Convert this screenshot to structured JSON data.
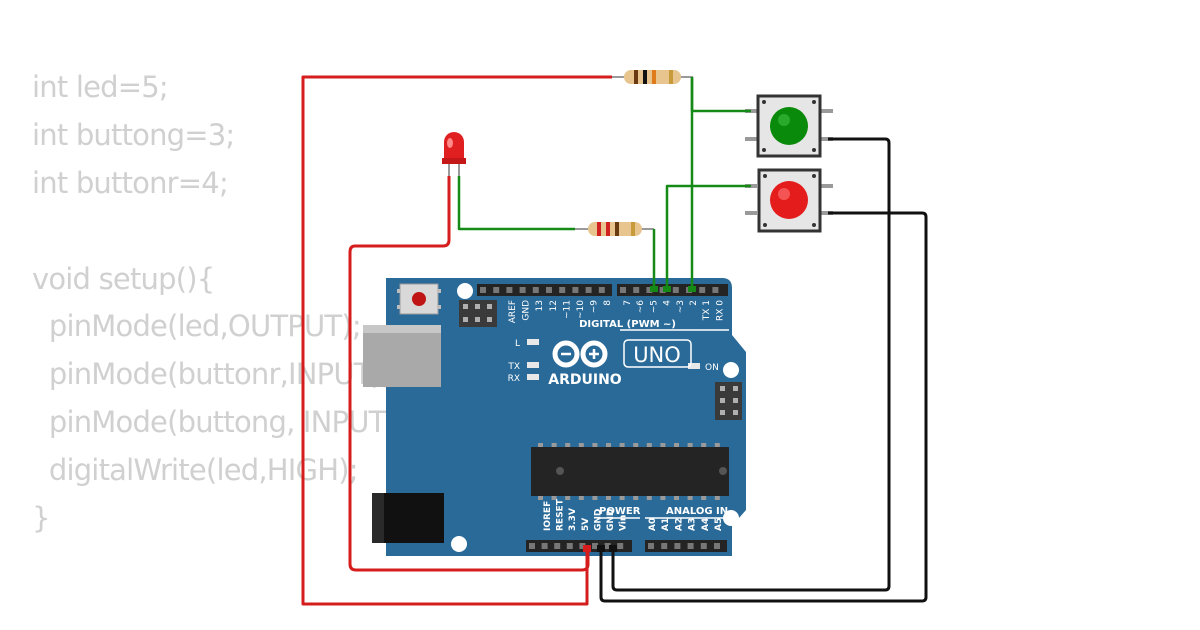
{
  "code_lines": [
    "int led=5;",
    "int buttong=3;",
    "int buttonr=4;",
    "",
    "void setup(){",
    "  pinMode(led,OUTPUT);",
    "  pinMode(buttonr,INPUT);",
    "  pinMode(buttong, INPUT);",
    "  digitalWrite(led,HIGH);",
    "}"
  ],
  "board": {
    "brand": "ARDUINO",
    "model": "UNO",
    "digital_header_label": "DIGITAL (PWM ~)",
    "power_label": "POWER",
    "analog_label": "ANALOG IN",
    "led_labels": {
      "l": "L",
      "tx": "TX",
      "rx": "RX",
      "on": "ON"
    },
    "top_left_pins": [
      "AREF",
      "GND",
      "13",
      "12",
      "~11",
      "~10",
      "~9",
      "8"
    ],
    "top_right_pins": [
      "7",
      "~6",
      "~5",
      "4",
      "~3",
      "2",
      "TX 1",
      "RX 0"
    ],
    "power_pins": [
      "IOREF",
      "RESET",
      "3.3V",
      "5V",
      "GND",
      "GND",
      "Vin"
    ],
    "analog_pins": [
      "A0",
      "A1",
      "A2",
      "A3",
      "A4",
      "A5"
    ]
  },
  "components": {
    "led_color": "#e02020",
    "green_button_color": "#0a8a0a",
    "red_button_color": "#e51c1c",
    "board_color": "#2a6a98",
    "wire_colors": {
      "red": "#d61d1d",
      "green": "#168a16",
      "black": "#111111"
    }
  }
}
